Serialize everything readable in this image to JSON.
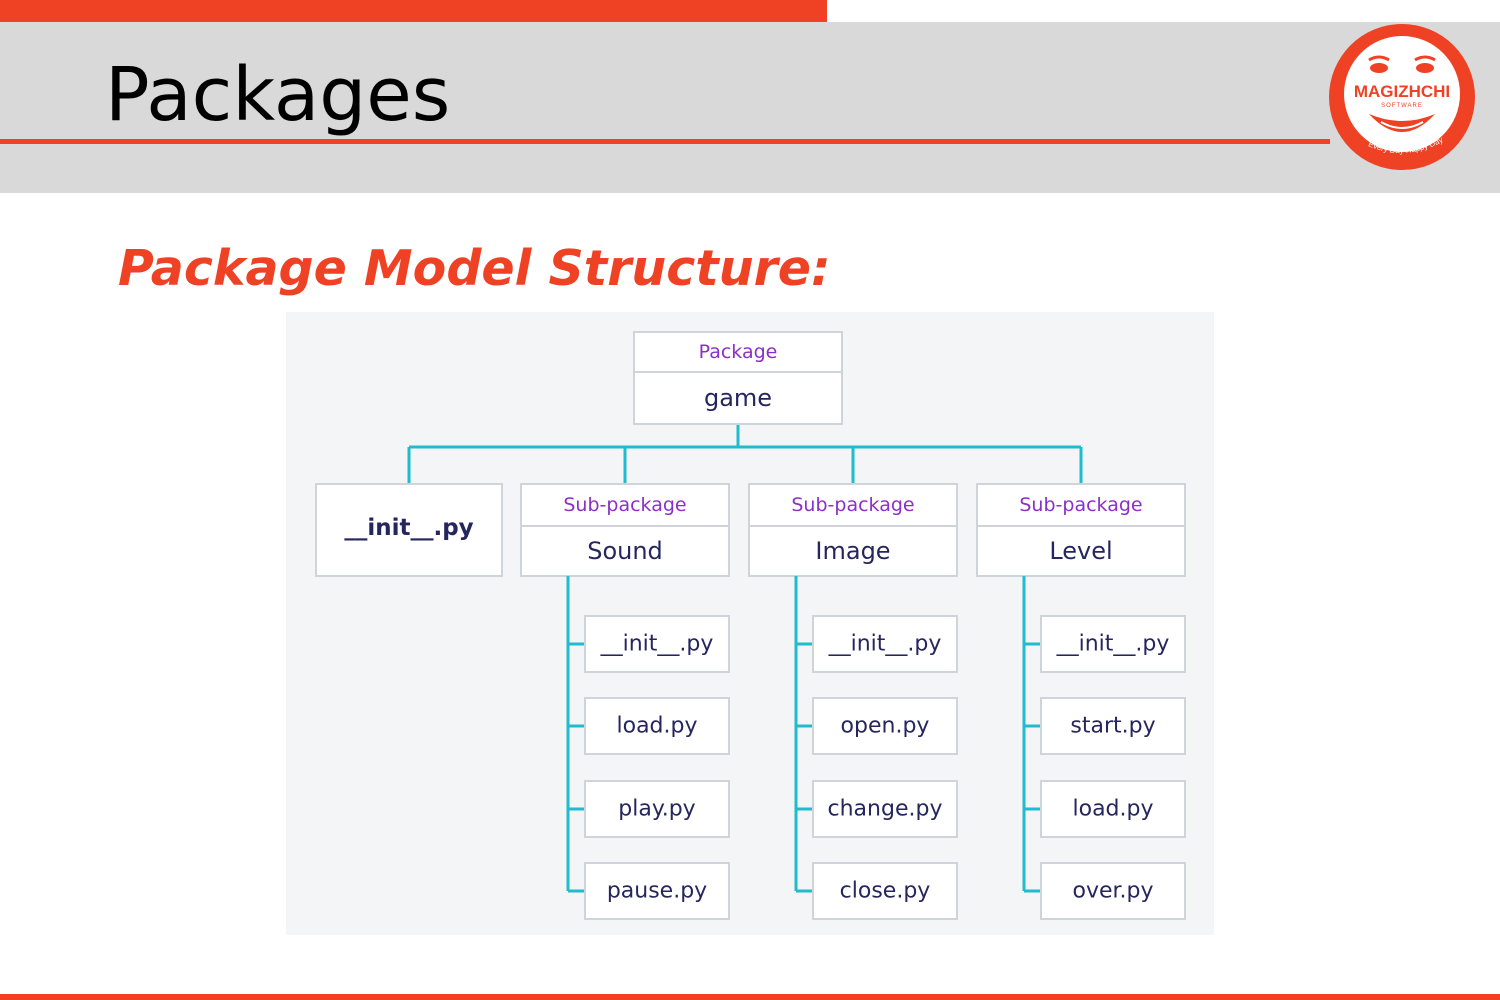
{
  "slide": {
    "title": "Packages",
    "subtitle": "Package Model Structure:"
  },
  "logo": {
    "brand": "MAGIZHCHI",
    "sub": "SOFTWARE",
    "tagline": "Every Day Happy Day"
  },
  "diagram": {
    "root": {
      "tag": "Package",
      "name": "game"
    },
    "root_file": "__init__.py",
    "subpackages": [
      {
        "tag": "Sub-package",
        "name": "Sound",
        "files": [
          "__init__.py",
          "load.py",
          "play.py",
          "pause.py"
        ]
      },
      {
        "tag": "Sub-package",
        "name": "Image",
        "files": [
          "__init__.py",
          "open.py",
          "change.py",
          "close.py"
        ]
      },
      {
        "tag": "Sub-package",
        "name": "Level",
        "files": [
          "__init__.py",
          "start.py",
          "load.py",
          "over.py"
        ]
      }
    ]
  },
  "colors": {
    "accent": "#ef4123",
    "header_band": "#d9d9d9",
    "connector": "#1fbccd",
    "tag_text": "#8b2fc9",
    "box_text": "#25265e"
  }
}
